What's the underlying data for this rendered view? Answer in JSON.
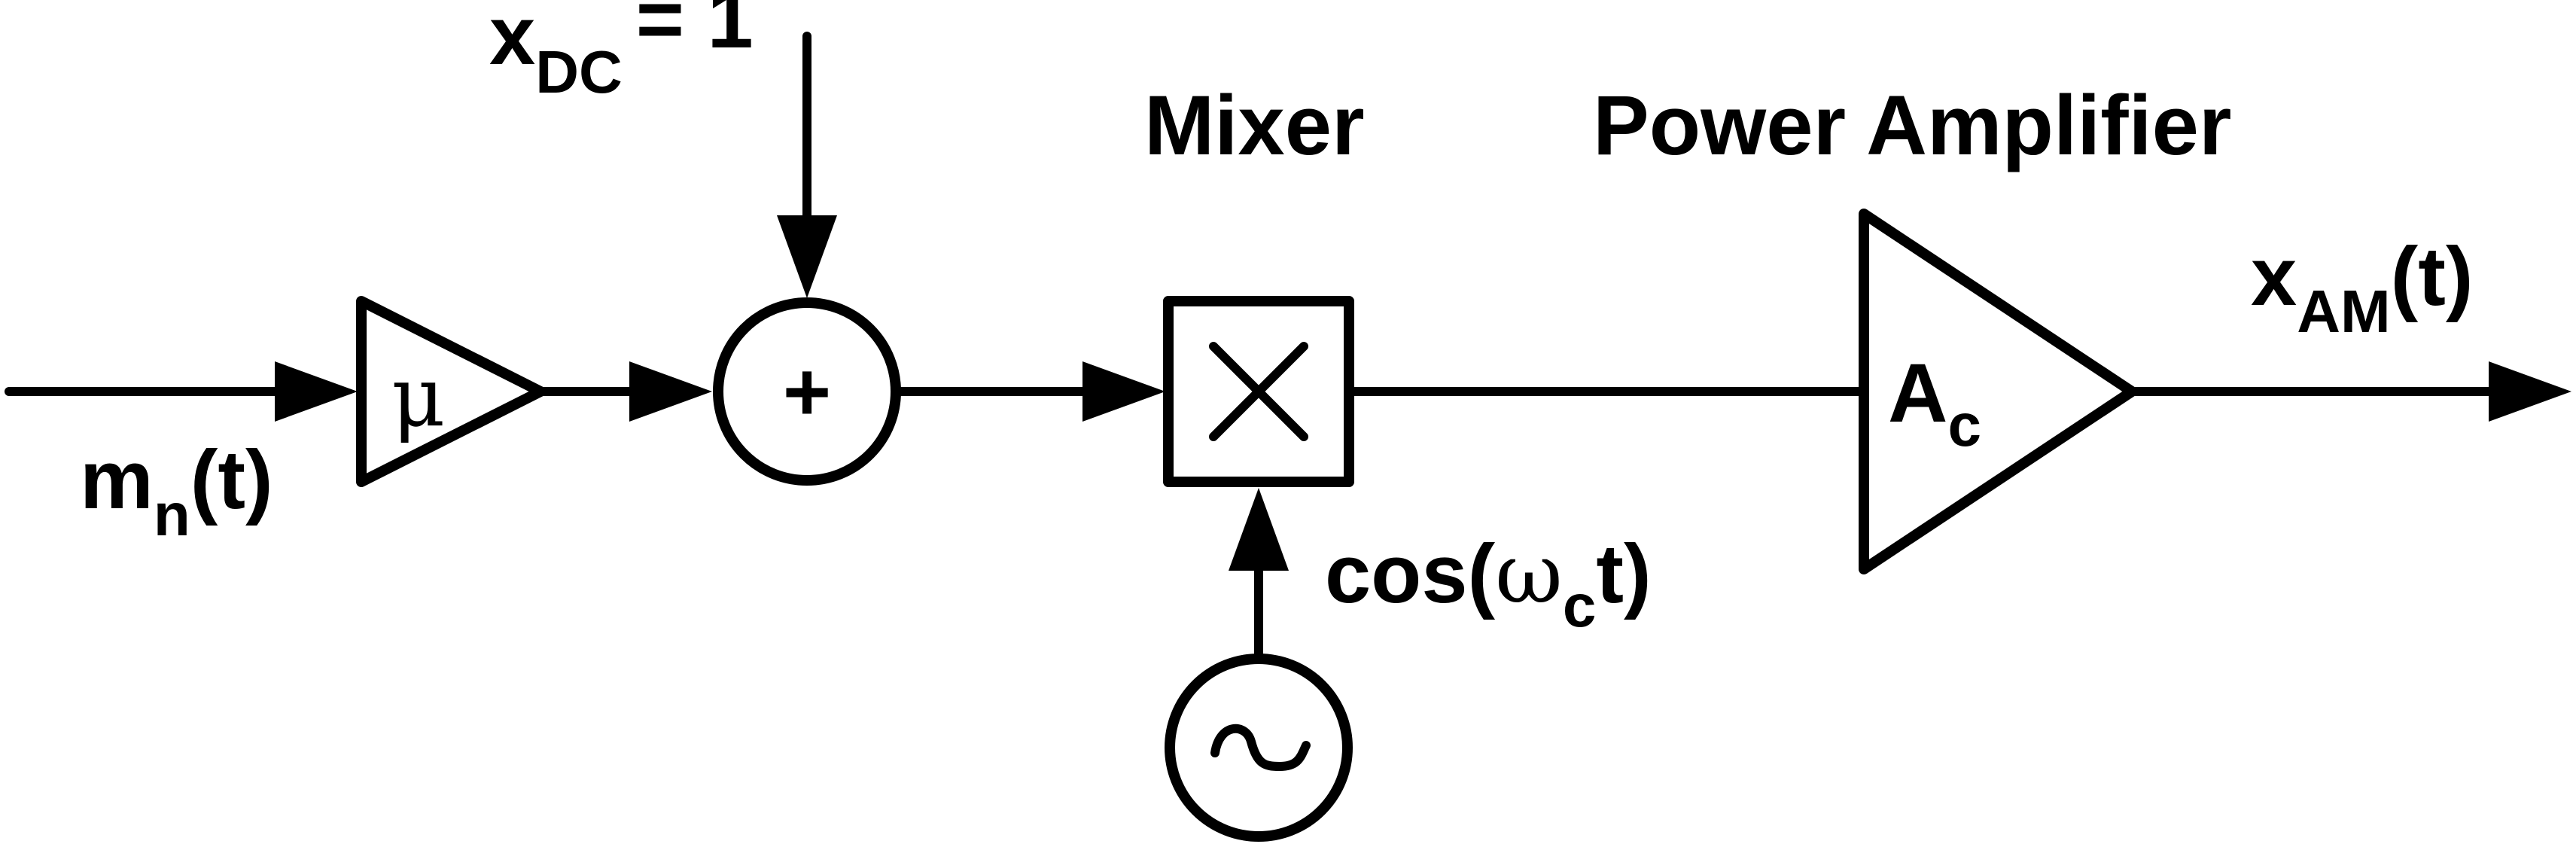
{
  "blocks": {
    "mixer_title": "Mixer",
    "amplifier_title": "Power Amplifier"
  },
  "labels": {
    "input_main": "m",
    "input_sub": "n",
    "input_arg": "(t)",
    "gain_symbol": "μ",
    "dc_main": "x",
    "dc_sub": "DC",
    "dc_value": "= 1",
    "summer_symbol": "+",
    "carrier_prefix": "cos(",
    "carrier_omega": "ω",
    "carrier_sub": "c",
    "carrier_suffix": "t)",
    "amp_gain_main": "A",
    "amp_gain_sub": "c",
    "output_main": "x",
    "output_sub": "AM",
    "output_arg": "(t)"
  },
  "icons": {
    "multiplier": "multiply-cross-icon",
    "oscillator": "sine-wave-icon"
  }
}
